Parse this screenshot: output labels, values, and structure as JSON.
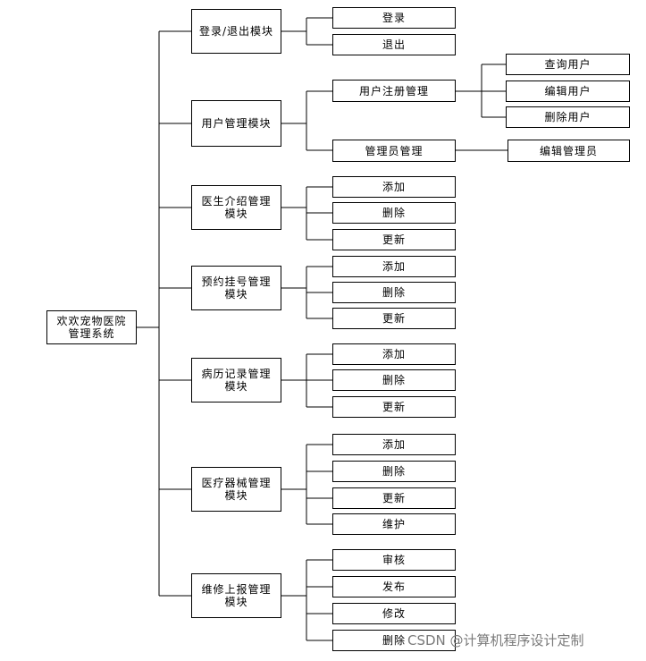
{
  "root": {
    "label": "欢欢宠物医院\n管理系统"
  },
  "modules": [
    {
      "label": "登录/退出模块",
      "items": [
        "登录",
        "退出"
      ]
    },
    {
      "label": "用户管理模块",
      "children": [
        {
          "label": "用户注册管理",
          "items": [
            "查询用户",
            "编辑用户",
            "删除用户"
          ]
        },
        {
          "label": "管理员管理",
          "items": [
            "编辑管理员"
          ]
        }
      ]
    },
    {
      "label": "医生介绍管理\n模块",
      "items": [
        "添加",
        "删除",
        "更新"
      ]
    },
    {
      "label": "预约挂号管理\n模块",
      "items": [
        "添加",
        "删除",
        "更新"
      ]
    },
    {
      "label": "病历记录管理\n模块",
      "items": [
        "添加",
        "删除",
        "更新"
      ]
    },
    {
      "label": "医疗器械管理\n模块",
      "items": [
        "添加",
        "删除",
        "更新",
        "维护"
      ]
    },
    {
      "label": "维修上报管理\n模块",
      "items": [
        "审核",
        "发布",
        "修改",
        "删除"
      ]
    }
  ],
  "watermark": "CSDN @计算机程序设计定制"
}
